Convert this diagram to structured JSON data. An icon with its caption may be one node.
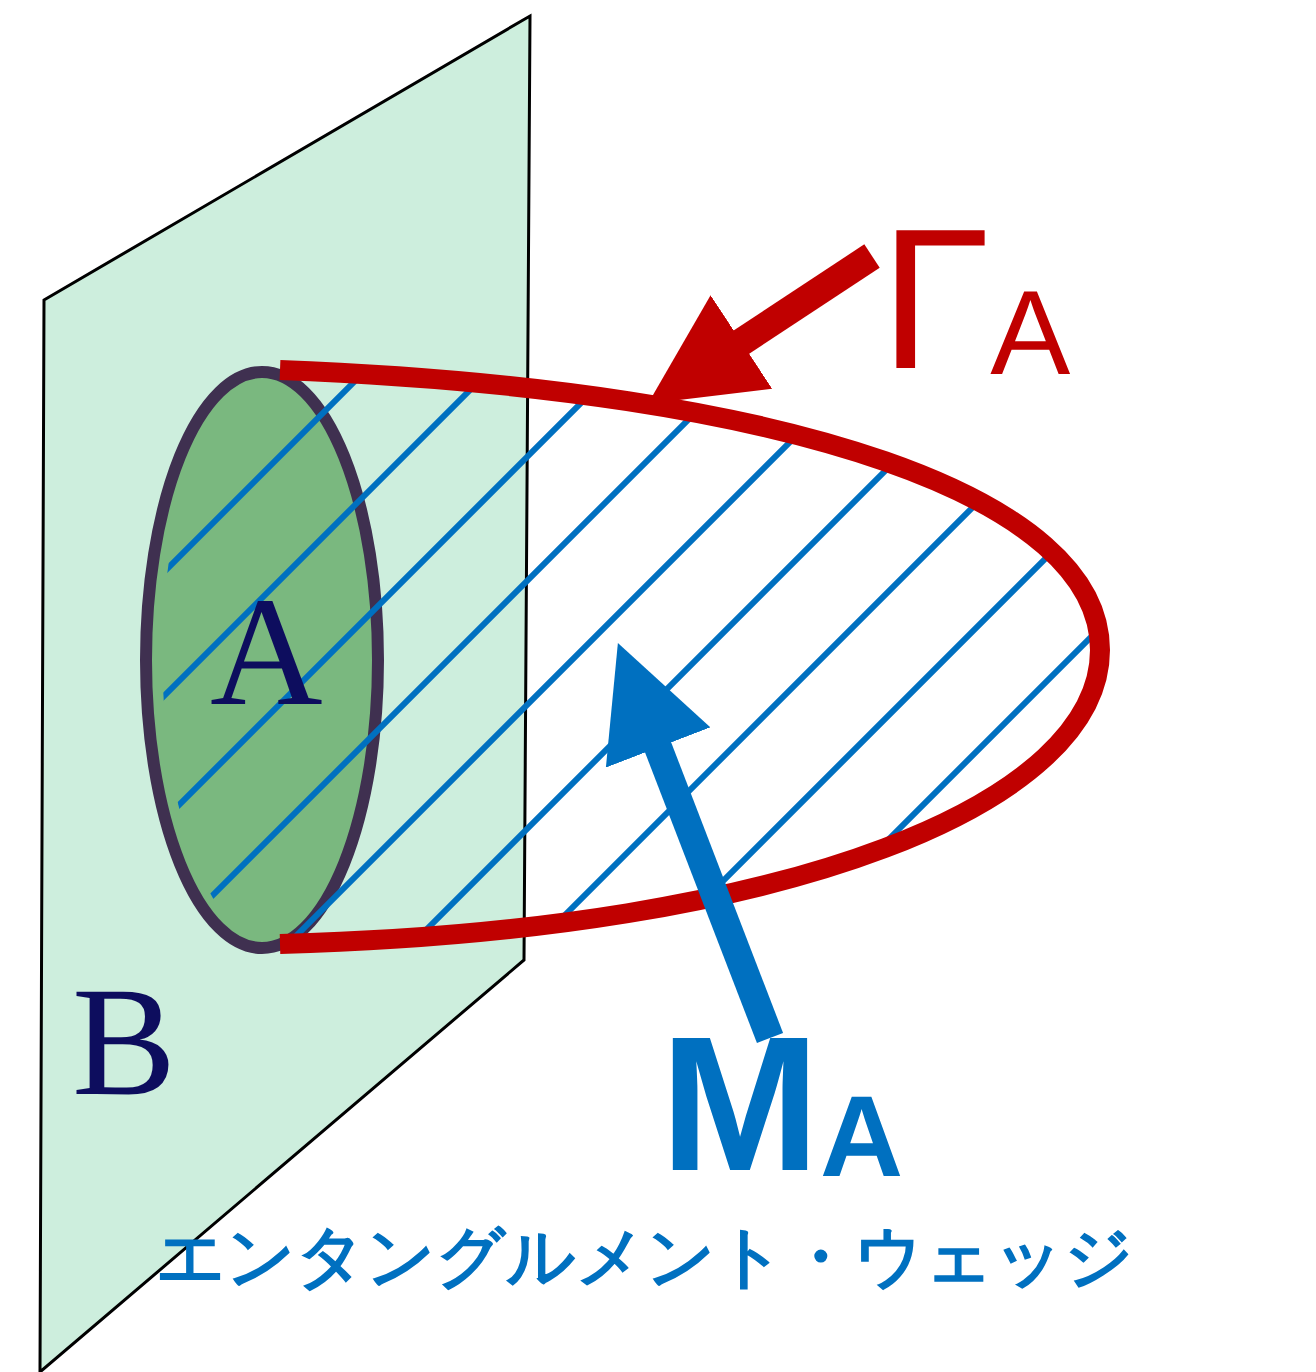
{
  "diagram": {
    "nodes": [
      {
        "text": [
          "B"
        ]
      },
      {
        "text": [
          "A"
        ],
        "in": 0
      },
      {
        "text": [
          "Γ$_{A}$"
        ]
      },
      {
        "text": [],
        "shape": "curve"
      },
      {
        "text": [
          "M$_{A}$"
        ]
      },
      {
        "text": [],
        "shape": "region"
      }
    ],
    "edges": [
      {
        "from": 2,
        "to": 3,
        "arrow": "to",
        "color": "#c00000"
      },
      {
        "from": 4,
        "to": 5,
        "arrow": "to",
        "color": "#0070c0"
      }
    ],
    "labels": [
      "エンタングルメント・ウェッジ"
    ]
  }
}
